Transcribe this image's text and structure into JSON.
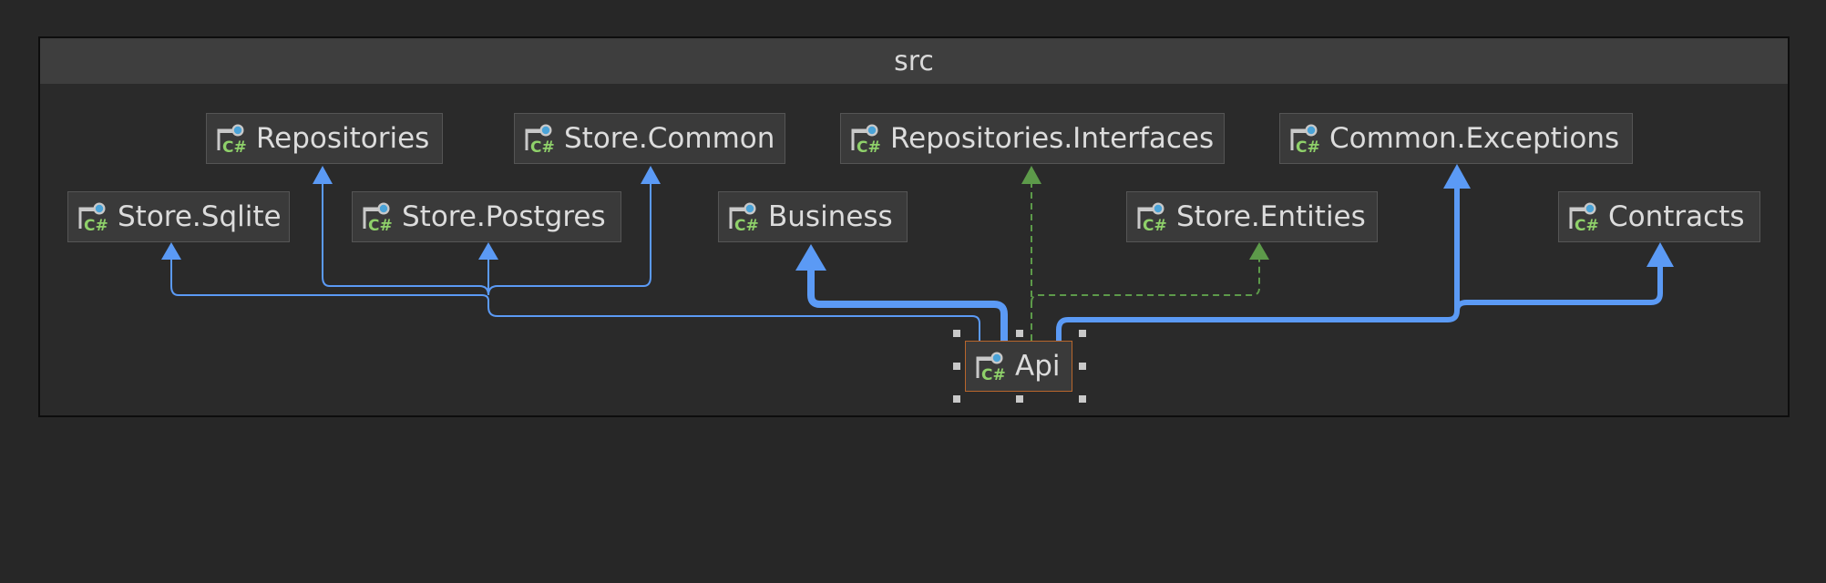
{
  "container": {
    "title": "src"
  },
  "colors": {
    "strong_edge": "#5b9af5",
    "weak_edge": "#5d9a4a",
    "selection": "#b8662c",
    "node_background": "#3a3a3a"
  },
  "nodes": [
    {
      "id": "repositories",
      "label": "Repositories",
      "icon": "csharp-project-icon"
    },
    {
      "id": "store-common",
      "label": "Store.Common",
      "icon": "csharp-project-icon"
    },
    {
      "id": "repositories-interfaces",
      "label": "Repositories.Interfaces",
      "icon": "csharp-project-icon"
    },
    {
      "id": "common-exceptions",
      "label": "Common.Exceptions",
      "icon": "csharp-project-icon"
    },
    {
      "id": "store-sqlite",
      "label": "Store.Sqlite",
      "icon": "csharp-project-icon"
    },
    {
      "id": "store-postgres",
      "label": "Store.Postgres",
      "icon": "csharp-project-icon"
    },
    {
      "id": "business",
      "label": "Business",
      "icon": "csharp-project-icon"
    },
    {
      "id": "store-entities",
      "label": "Store.Entities",
      "icon": "csharp-project-icon"
    },
    {
      "id": "contracts",
      "label": "Contracts",
      "icon": "csharp-project-icon"
    },
    {
      "id": "api",
      "label": "Api",
      "icon": "csharp-project-icon",
      "selected": true
    }
  ]
}
